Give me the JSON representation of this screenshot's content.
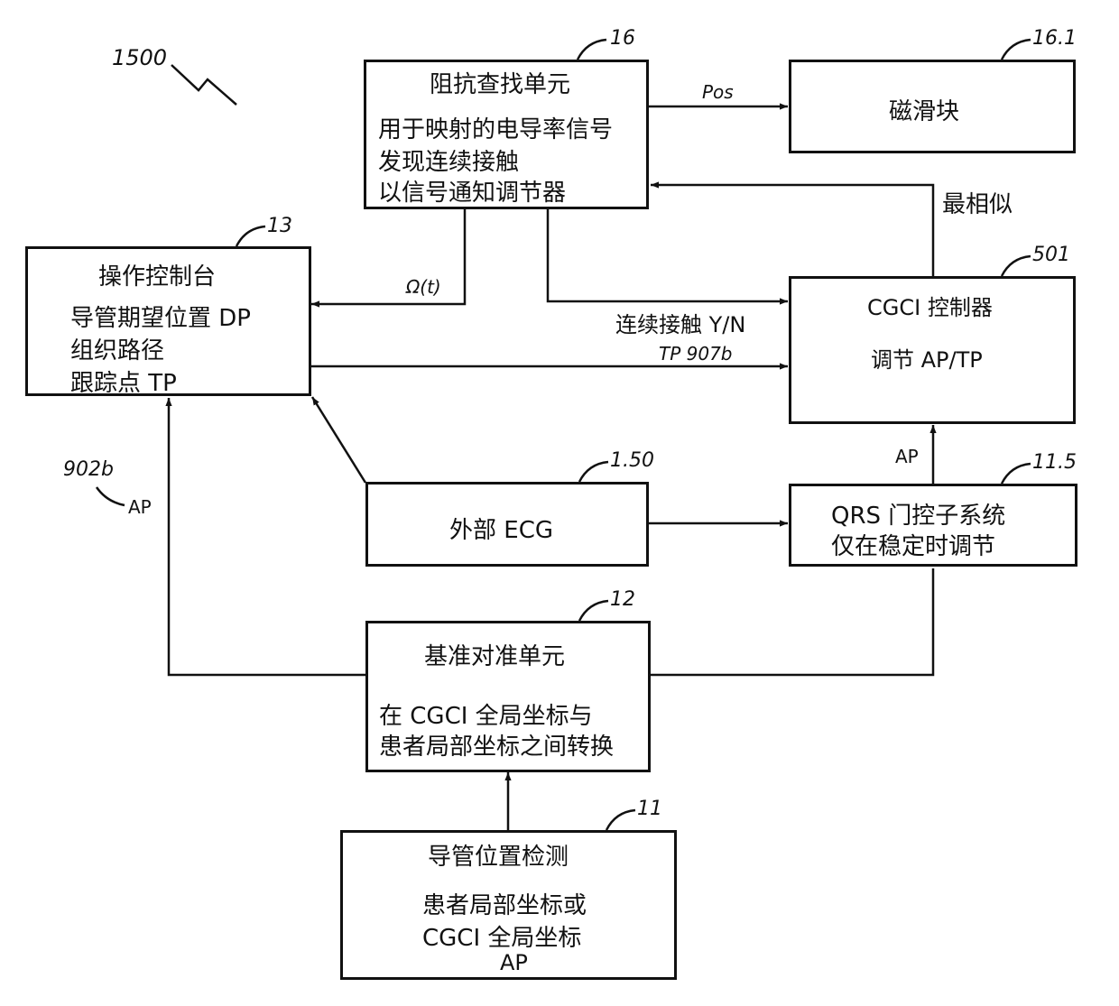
{
  "figure_number": "1500",
  "boxes": {
    "impedance": {
      "ref": "16",
      "title": "阻抗查找单元",
      "lines": [
        "用于映射的电导率信号",
        "发现连续接触",
        "以信号通知调节器"
      ]
    },
    "magnetic": {
      "ref": "16.1",
      "title": "磁滑块"
    },
    "console": {
      "ref": "13",
      "title": "操作控制台",
      "lines": [
        "导管期望位置 DP",
        "组织路径",
        "跟踪点 TP"
      ]
    },
    "controller": {
      "ref": "501",
      "title": "CGCI 控制器",
      "lines": [
        "调节 AP/TP"
      ]
    },
    "ecg": {
      "ref": "1.50",
      "title": "外部 ECG"
    },
    "qrs": {
      "ref": "11.5",
      "lines": [
        "QRS 门控子系统",
        "仅在稳定时调节"
      ]
    },
    "registration": {
      "ref": "12",
      "title": "基准对准单元",
      "lines": [
        "在 CGCI 全局坐标与",
        "患者局部坐标之间转换"
      ]
    },
    "detection": {
      "ref": "11",
      "title": "导管位置检测",
      "lines": [
        "患者局部坐标或",
        "CGCI 全局坐标",
        "AP"
      ]
    }
  },
  "edge_labels": {
    "pos": "Pos",
    "most_similar": "最相似",
    "omega": "Ω(t)",
    "continuous_contact": "连续接触 Y/N",
    "tp907b": "TP 907b",
    "ap_controller": "AP",
    "ref_902b": "902b",
    "ap_902b": "AP"
  }
}
